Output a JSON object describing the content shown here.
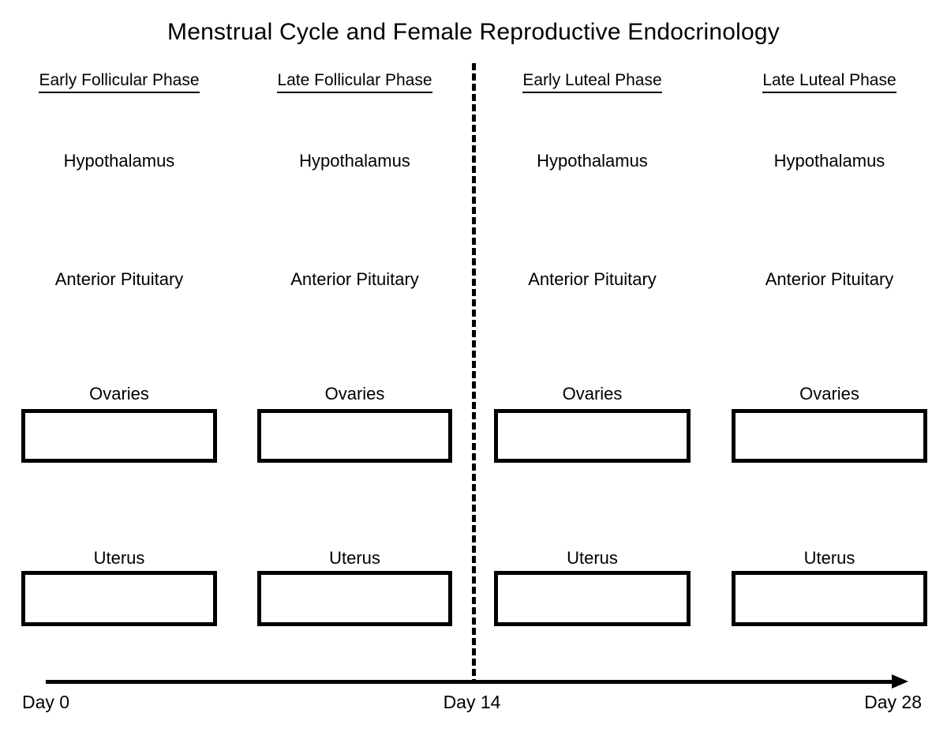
{
  "title": "Menstrual Cycle and Female Reproductive Endocrinology",
  "columns": [
    {
      "phase": "Early Follicular Phase",
      "organs": {
        "hypothalamus": "Hypothalamus",
        "anterior_pituitary": "Anterior Pituitary",
        "ovaries": "Ovaries",
        "uterus": "Uterus"
      }
    },
    {
      "phase": "Late Follicular Phase",
      "organs": {
        "hypothalamus": "Hypothalamus",
        "anterior_pituitary": "Anterior Pituitary",
        "ovaries": "Ovaries",
        "uterus": "Uterus"
      }
    },
    {
      "phase": "Early Luteal Phase",
      "organs": {
        "hypothalamus": "Hypothalamus",
        "anterior_pituitary": "Anterior Pituitary",
        "ovaries": "Ovaries",
        "uterus": "Uterus"
      }
    },
    {
      "phase": "Late Luteal Phase",
      "organs": {
        "hypothalamus": "Hypothalamus",
        "anterior_pituitary": "Anterior Pituitary",
        "ovaries": "Ovaries",
        "uterus": "Uterus"
      }
    }
  ],
  "timeline": {
    "day_start": "Day 0",
    "day_mid": "Day 14",
    "day_end": "Day 28"
  },
  "colors": {
    "ink": "#000000",
    "background": "#ffffff"
  }
}
